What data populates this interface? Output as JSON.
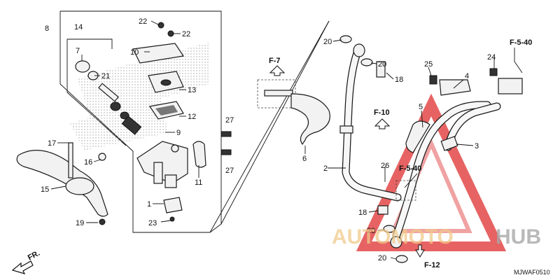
{
  "callouts": {
    "p1": "1",
    "p2": "2",
    "p3": "3",
    "p4": "4",
    "p5": "5",
    "p6": "6",
    "p7": "7",
    "p8": "8",
    "p9": "9",
    "p10": "10",
    "p11": "11",
    "p12": "12",
    "p13": "13",
    "p14": "14",
    "p15": "15",
    "p16": "16",
    "p17": "17",
    "p18a": "18",
    "p18b": "18",
    "p19": "19",
    "p20a": "20",
    "p20b": "20",
    "p20c": "20",
    "p20d": "20",
    "p21": "21",
    "p22a": "22",
    "p22b": "22",
    "p23": "23",
    "p24": "24",
    "p25": "25",
    "p26": "26",
    "p27a": "27",
    "p27b": "27"
  },
  "references": {
    "f7": "F-7",
    "f10": "F-10",
    "f540a": "F-5-40",
    "f540b": "F-5-40",
    "f12": "F-12",
    "front": "FR."
  },
  "diagram_code": "MJWAF0510",
  "watermark": {
    "auto": "AUTOMOTO",
    "hub": "HUB"
  },
  "colors": {
    "line": "#111111",
    "watermark_triangle": "#e03030",
    "watermark_orange": "#f1c98a",
    "watermark_gray": "#a8a8a8"
  }
}
